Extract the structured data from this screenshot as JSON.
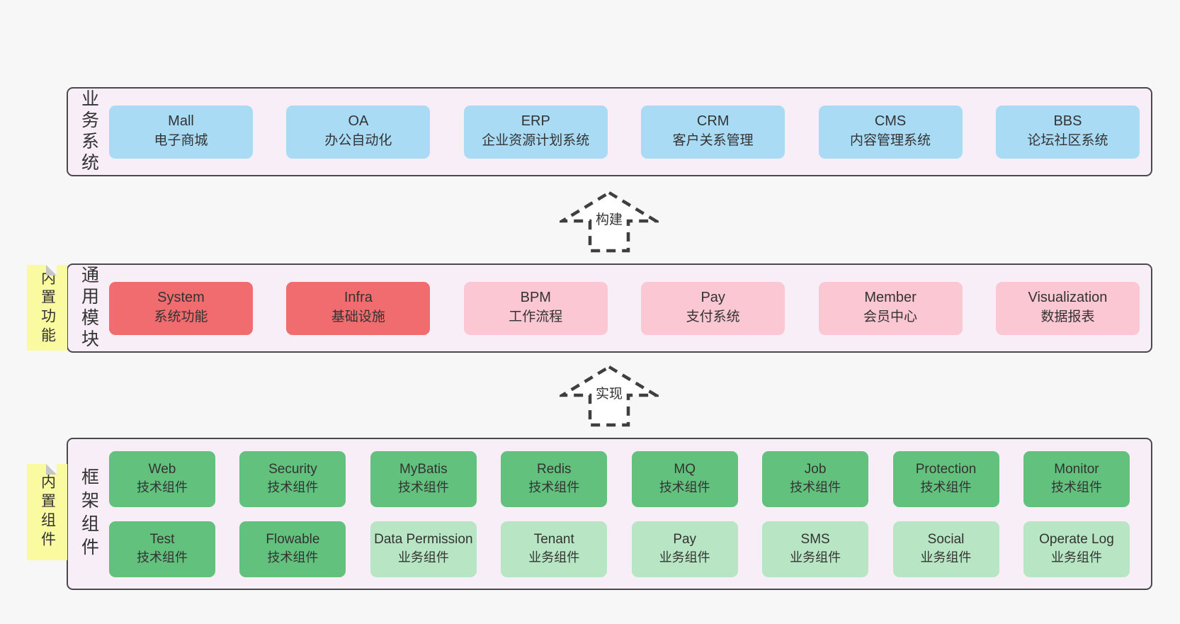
{
  "colors": {
    "page_bg": "#f7f7f7",
    "panel_bg": "#f8eef7",
    "panel_border": "#4a4a4a",
    "blue_box": "#a9dbf5",
    "red_box": "#f16c6e",
    "pink_box": "#fbc7d2",
    "green_box": "#62c17c",
    "light_green_box": "#b8e6c4",
    "note_bg": "#fafaa0",
    "note_fold": "#c6c6c6",
    "text": "#333333"
  },
  "arrows": [
    {
      "label": "构建"
    },
    {
      "label": "实现"
    }
  ],
  "sections": {
    "business": {
      "label": "业务系统",
      "boxes": [
        {
          "en": "Mall",
          "zh": "电子商城"
        },
        {
          "en": "OA",
          "zh": "办公自动化"
        },
        {
          "en": "ERP",
          "zh": "企业资源计划系统"
        },
        {
          "en": "CRM",
          "zh": "客户关系管理"
        },
        {
          "en": "CMS",
          "zh": "内容管理系统"
        },
        {
          "en": "BBS",
          "zh": "论坛社区系统"
        }
      ]
    },
    "modules": {
      "label": "通用模块",
      "note": "内置功能",
      "boxes": [
        {
          "en": "System",
          "zh": "系统功能"
        },
        {
          "en": "Infra",
          "zh": "基础设施"
        },
        {
          "en": "BPM",
          "zh": "工作流程"
        },
        {
          "en": "Pay",
          "zh": "支付系统"
        },
        {
          "en": "Member",
          "zh": "会员中心"
        },
        {
          "en": "Visualization",
          "zh": "数据报表"
        }
      ]
    },
    "components": {
      "label": "框架组件",
      "note": "内置组件",
      "row1": [
        {
          "en": "Web",
          "zh": "技术组件"
        },
        {
          "en": "Security",
          "zh": "技术组件"
        },
        {
          "en": "MyBatis",
          "zh": "技术组件"
        },
        {
          "en": "Redis",
          "zh": "技术组件"
        },
        {
          "en": "MQ",
          "zh": "技术组件"
        },
        {
          "en": "Job",
          "zh": "技术组件"
        },
        {
          "en": "Protection",
          "zh": "技术组件"
        },
        {
          "en": "Monitor",
          "zh": "技术组件"
        }
      ],
      "row2": [
        {
          "en": "Test",
          "zh": "技术组件"
        },
        {
          "en": "Flowable",
          "zh": "技术组件"
        },
        {
          "en": "Data Permission",
          "zh": "业务组件"
        },
        {
          "en": "Tenant",
          "zh": "业务组件"
        },
        {
          "en": "Pay",
          "zh": "业务组件"
        },
        {
          "en": "SMS",
          "zh": "业务组件"
        },
        {
          "en": "Social",
          "zh": "业务组件"
        },
        {
          "en": "Operate Log",
          "zh": "业务组件"
        }
      ]
    }
  }
}
